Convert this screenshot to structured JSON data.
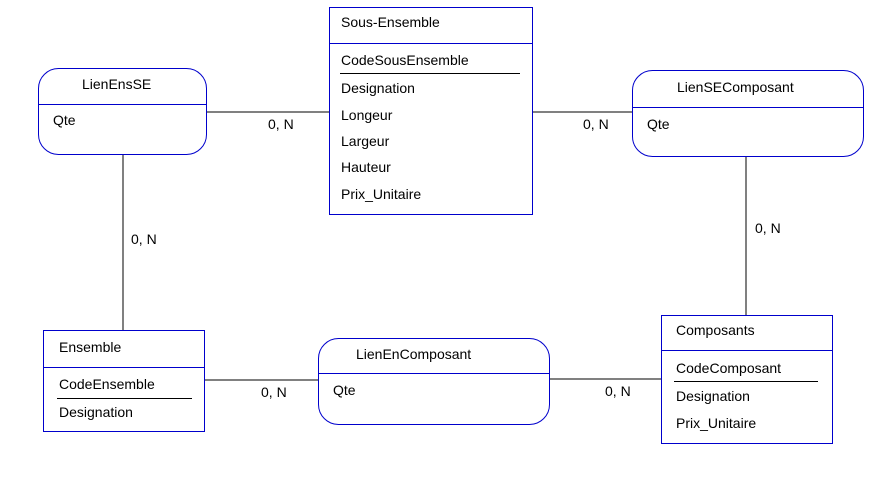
{
  "colors": {
    "box_border": "#0000cc",
    "line": "#000000",
    "background": "#ffffff"
  },
  "entities": {
    "sous_ensemble": {
      "title": "Sous-Ensemble",
      "key": "CodeSousEnsemble",
      "attributes": [
        "Designation",
        "Longeur",
        "Largeur",
        "Hauteur",
        "Prix_Unitaire"
      ]
    },
    "ensemble": {
      "title": "Ensemble",
      "key": "CodeEnsemble",
      "attributes": [
        "Designation"
      ]
    },
    "composants": {
      "title": "Composants",
      "key": "CodeComposant",
      "attributes": [
        "Designation",
        "Prix_Unitaire"
      ]
    }
  },
  "associations": {
    "lien_ens_se": {
      "title": "LienEnsSE",
      "attributes": [
        "Qte"
      ]
    },
    "lien_se_composant": {
      "title": "LienSEComposant",
      "attributes": [
        "Qte"
      ]
    },
    "lien_en_composant": {
      "title": "LienEnComposant",
      "attributes": [
        "Qte"
      ]
    }
  },
  "cardinalities": {
    "lien_ens_se_to_sous_ensemble": "0, N",
    "lien_se_composant_to_sous_ensemble": "0, N",
    "lien_ens_se_to_ensemble": "0, N",
    "lien_se_composant_to_composants": "0, N",
    "lien_en_composant_to_ensemble": "0, N",
    "lien_en_composant_to_composants": "0, N"
  }
}
